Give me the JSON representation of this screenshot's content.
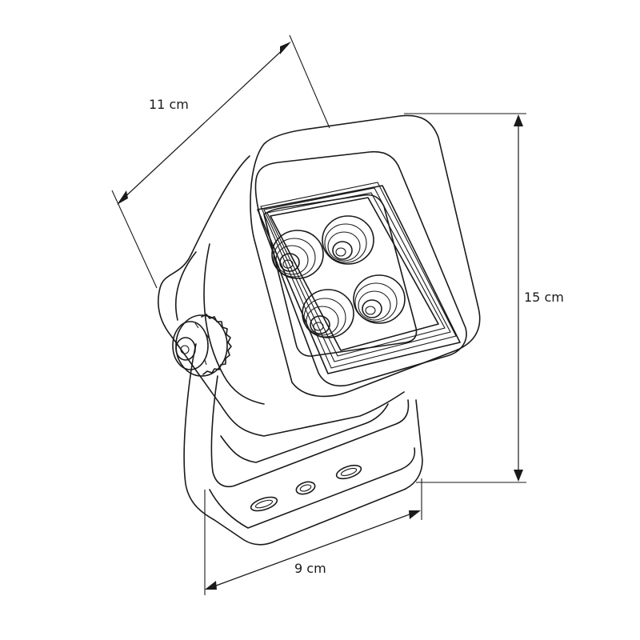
{
  "dimensions": {
    "depth": "11 cm",
    "height": "15 cm",
    "width": "9 cm"
  }
}
